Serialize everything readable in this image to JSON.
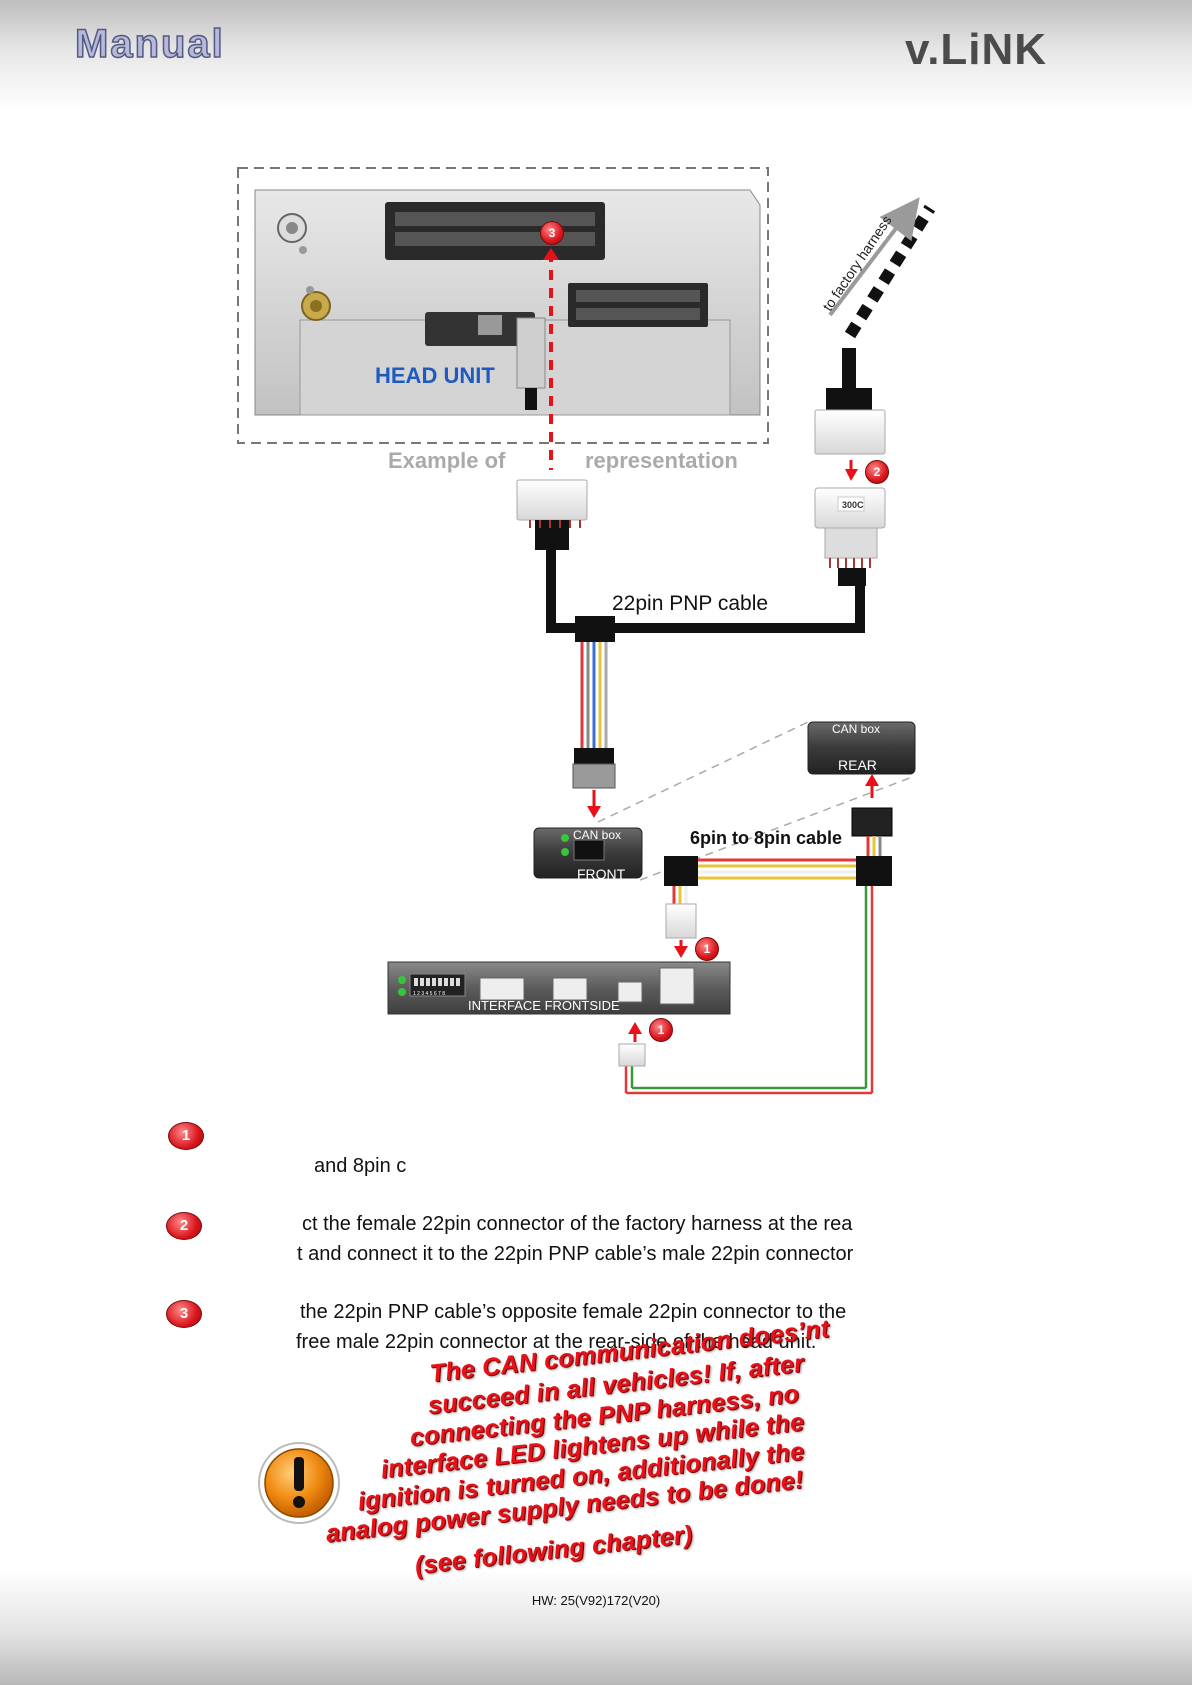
{
  "header": {
    "manual_label": "Manual",
    "brand": "v.LiNK"
  },
  "diagram": {
    "head_unit_label": "HEAD UNIT",
    "example_left": "Example of",
    "example_right": "representation",
    "to_factory_harness": "to factory harness",
    "connector_code": "300C",
    "pnp_cable_label": "22pin PNP cable",
    "can_box_rear_title": "CAN box",
    "can_box_rear_side": "REAR",
    "can_box_front_title": "CAN box",
    "can_box_front_side": "FRONT",
    "cable_6to8_label": "6pin to 8pin cable",
    "interface_label": "INTERFACE  FRONTSIDE",
    "dip_numbers": "1 2 3 4 5 6 7 8",
    "markers": {
      "one": "1",
      "two": "2",
      "three": "3"
    }
  },
  "steps": [
    {
      "number": "1",
      "lines": [
        "",
        "and 8pin c"
      ]
    },
    {
      "number": "2",
      "lines": [
        "ct the female 22pin connector of the factory harness at the rea",
        "t and connect it to the 22pin PNP cable’s male 22pin connector"
      ]
    },
    {
      "number": "3",
      "lines": [
        "the 22pin PNP cable’s opposite female 22pin connector to the",
        "free male 22pin connector at the rear-side of the head unit."
      ]
    }
  ],
  "warning": {
    "icon": "exclamation-icon",
    "lines": [
      "The CAN communication does’nt",
      "succeed in all vehicles! If, after",
      "connecting the PNP harness, no",
      "interface LED lightens up while the",
      "ignition is turned on, additionally the",
      "analog power supply needs to be done!",
      "(see following chapter)"
    ]
  },
  "footer": {
    "hw": "HW: 25(V92)172(V20)"
  },
  "colors": {
    "accent_red": "#e8111a",
    "head_unit_blue": "#1f5bbf",
    "brand_gray": "#4b4b4b"
  }
}
